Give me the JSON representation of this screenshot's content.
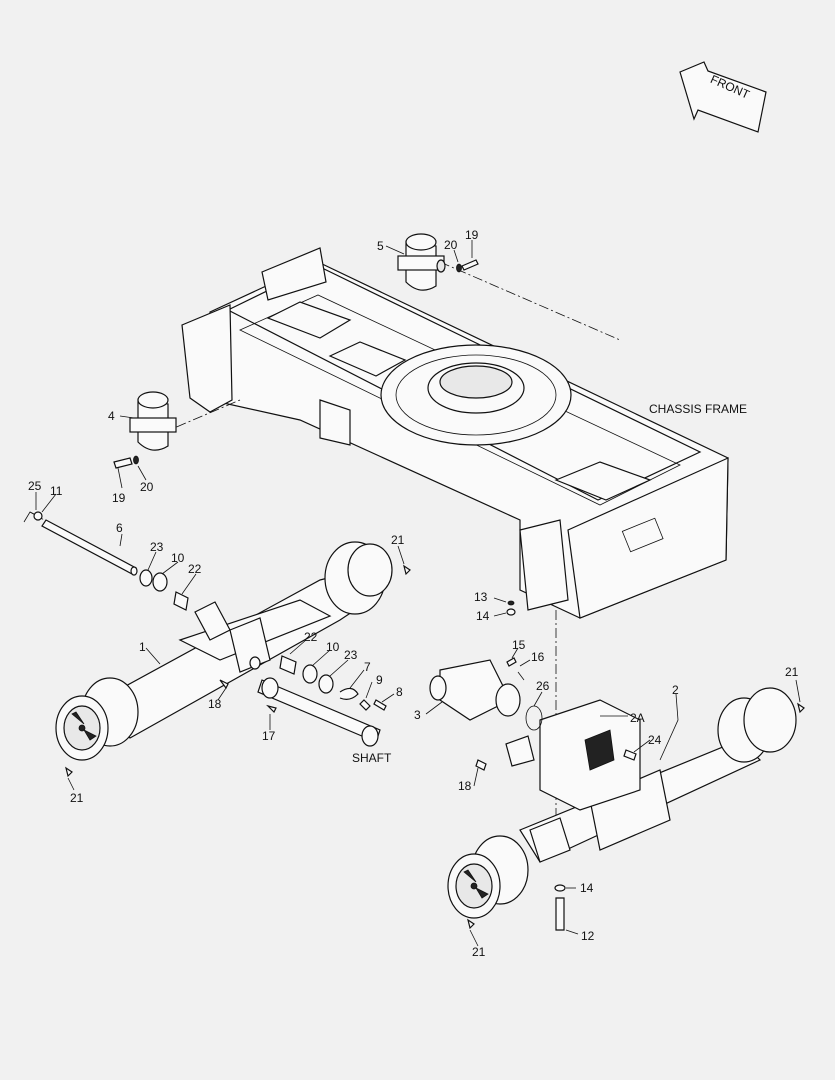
{
  "labels": {
    "front": "FRONT",
    "chassis_frame": "CHASSIS FRAME",
    "shaft": "SHAFT",
    "p1": "1",
    "p2": "2",
    "p2a": "2A",
    "p3": "3",
    "p4": "4",
    "p5": "5",
    "p6": "6",
    "p7": "7",
    "p8": "8",
    "p9": "9",
    "p10a": "10",
    "p10b": "10",
    "p11": "11",
    "p12": "12",
    "p13": "13",
    "p14a": "14",
    "p14b": "14",
    "p15": "15",
    "p16": "16",
    "p17": "17",
    "p18a": "18",
    "p18b": "18",
    "p19a": "19",
    "p19b": "19",
    "p20a": "20",
    "p20b": "20",
    "p21a": "21",
    "p21b": "21",
    "p21c": "21",
    "p21d": "21",
    "p22a": "22",
    "p22b": "22",
    "p23a": "23",
    "p23b": "23",
    "p24": "24",
    "p25": "25",
    "p26": "26"
  }
}
